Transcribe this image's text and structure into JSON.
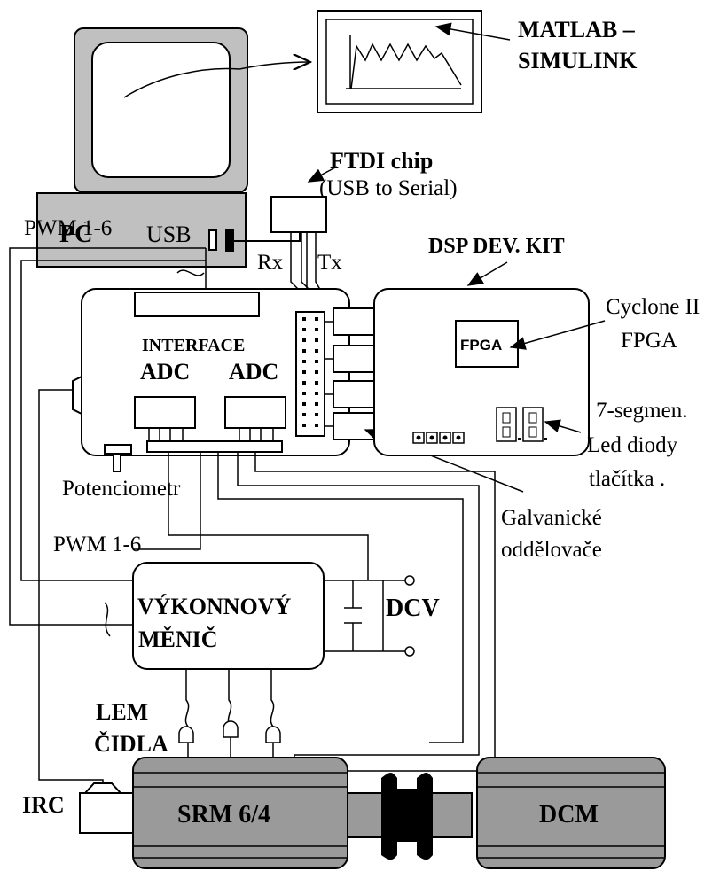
{
  "labels": {
    "matlab": "MATLAB –",
    "simulink": "SIMULINK",
    "pc": "PC",
    "usb": "USB",
    "ftdi": "FTDI chip",
    "usb_serial": "(USB to Serial)",
    "pwm_top": "PWM 1-6",
    "rx": "Rx",
    "tx": "Tx",
    "dsp_kit": "DSP DEV. KIT",
    "cyclone1": "Cyclone II",
    "cyclone2": "FPGA",
    "fpga": "FPGA",
    "interface": "INTERFACE",
    "adc1": "ADC",
    "adc2": "ADC",
    "seg1": "7-segmen.",
    "seg2": "Led diody",
    "seg3": "tlačítka .",
    "seg_display": "8.8.",
    "potenciometr": "Potenciometr",
    "galv1": "Galvanické",
    "galv2": "oddělovače",
    "pwm_mid": "PWM 1-6",
    "menic1": "VÝKONNOVÝ",
    "menic2": "MĚNIČ",
    "dcv": "DCV",
    "lem1": "LEM",
    "lem2": "ČIDLA",
    "irc": "IRC",
    "srm": "SRM 6/4",
    "dcm": "DCM"
  },
  "colors": {
    "pc_body": "#c0c0c0",
    "motor": "#9a9a9a",
    "coupling": "#000000"
  }
}
